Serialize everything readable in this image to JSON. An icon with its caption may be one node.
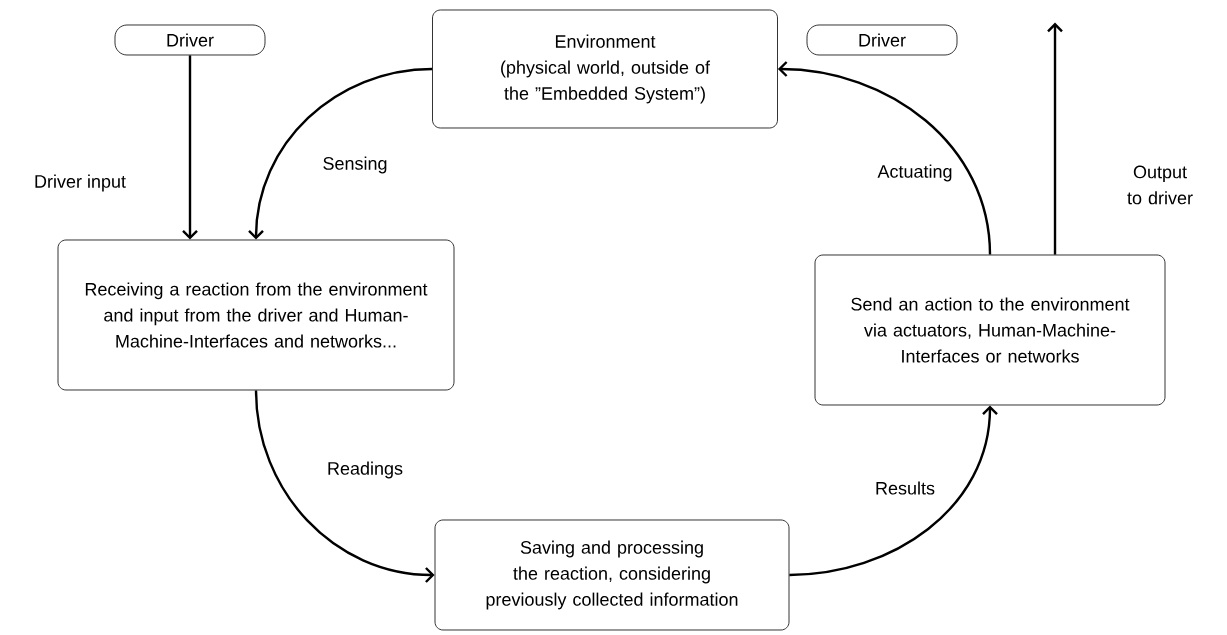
{
  "diagram": {
    "nodes": [
      {
        "text": [
          "Driver"
        ]
      },
      {
        "text": [
          "Environment",
          "(physical world, outside of the ”Embedded System”)"
        ]
      },
      {
        "text": [
          "Driver"
        ]
      },
      {
        "text": [
          "Receiving a reaction from the environment and input from the driver and Human-Machine-Interfaces and networks..."
        ]
      },
      {
        "text": [
          "Send an action to the environment via actuators, Human-Machine-Interfaces or networks"
        ]
      },
      {
        "text": [
          "Saving and processing the reaction, considering previously collected information"
        ]
      }
    ],
    "edges": [
      {
        "from": 0,
        "to": 3,
        "arrow": "to",
        "label": "Driver input"
      },
      {
        "from": 1,
        "to": 3,
        "arrow": "to",
        "label": "Sensing"
      },
      {
        "from": 3,
        "to": 5,
        "arrow": "to",
        "label": "Readings"
      },
      {
        "from": 5,
        "to": 4,
        "arrow": "to",
        "label": "Results"
      },
      {
        "from": 4,
        "to": 1,
        "arrow": "to",
        "label": "Actuating"
      },
      {
        "from": 4,
        "to": null,
        "arrow": "to",
        "label": "Output to driver"
      }
    ]
  }
}
